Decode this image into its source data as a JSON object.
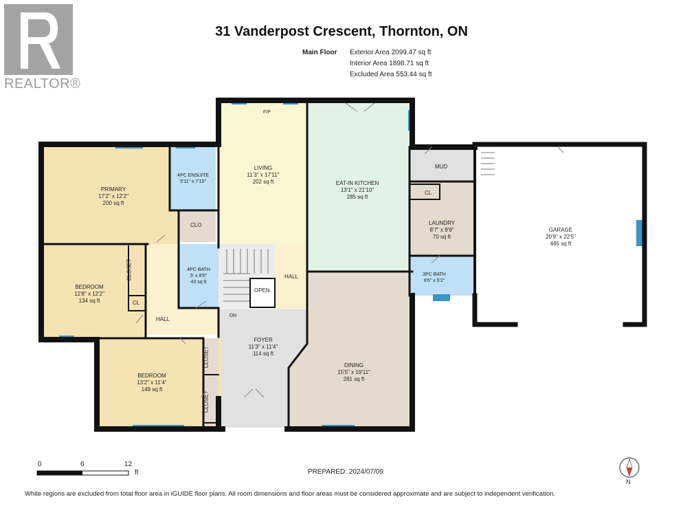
{
  "branding": {
    "logo_text": "REALTOR®"
  },
  "header": {
    "title": "31 Vanderpost Crescent, Thornton, ON",
    "floor_name": "Main Floor",
    "areas": [
      "Exterior Area 2099.47 sq ft",
      "Interior Area 1898.71 sq ft",
      "Excluded Area 553.44 sq ft"
    ]
  },
  "rooms": {
    "primary": {
      "name": "PRIMARY",
      "dims": "17'2\" x 12'2\"",
      "area": "200 sq ft"
    },
    "ensuite": {
      "name": "4PC ENSUITE",
      "dims": "5'11\" x 7'10\""
    },
    "living": {
      "name": "LIVING",
      "dims": "11'3\" x 17'11\"",
      "area": "202 sq ft"
    },
    "fp": "F/P",
    "kitchen": {
      "name": "EAT-IN KITCHEN",
      "dims": "13'1\" x 21'10\"",
      "area": "285 sq ft"
    },
    "mud": "MUD",
    "cl_laundry": "CL",
    "laundry": {
      "name": "LAUNDRY",
      "dims": "8'7\" x 9'9\"",
      "area": "70 sq ft"
    },
    "bath3": {
      "name": "3PC BATH",
      "dims": "8'6\" x 5'2\""
    },
    "garage": {
      "name": "GARAGE",
      "dims": "20'9\" x 22'5\"",
      "area": "465 sq ft"
    },
    "clo": "CLO",
    "bedroom1": {
      "name": "BEDROOM",
      "dims": "12'8\" x 12'2\"",
      "area": "134 sq ft"
    },
    "closet": "CLOSET",
    "cl": "CL",
    "bath4": {
      "name": "4PC BATH",
      "dims": "5' x 8'6\"",
      "area": "43 sq ft"
    },
    "hall": "HALL",
    "open": "OPEN",
    "dn": "DN",
    "foyer": {
      "name": "FOYER",
      "dims": "11'3\" x 11'4\"",
      "area": "114 sq ft"
    },
    "dining": {
      "name": "DINING",
      "dims": "15'5\" x 19'11\"",
      "area": "281 sq ft"
    },
    "bedroom2": {
      "name": "BEDROOM",
      "dims": "13'2\" x 11'4\"",
      "area": "149 sq ft"
    }
  },
  "scale": {
    "ticks": [
      "0",
      "6",
      "12"
    ],
    "unit": "ft"
  },
  "footer": {
    "prepared": "PREPARED: 2024/07/09",
    "disclaimer": "White regions are excluded from total floor area in iGUIDE floor plans. All room dimensions and floor areas must be considered approximate and are subject to independent verification.",
    "compass_label": "N"
  },
  "colors": {
    "wall": "#111111",
    "bedroom": "#f6e3b4",
    "living": "#fbf6d2",
    "hall": "#fbf1cf",
    "bath": "#bfe0f6",
    "kitchen": "#e1f2e8",
    "utility": "#e5dace",
    "neutral": "#e1e1e1",
    "garage": "#ffffff",
    "window": "#3d93c6"
  }
}
